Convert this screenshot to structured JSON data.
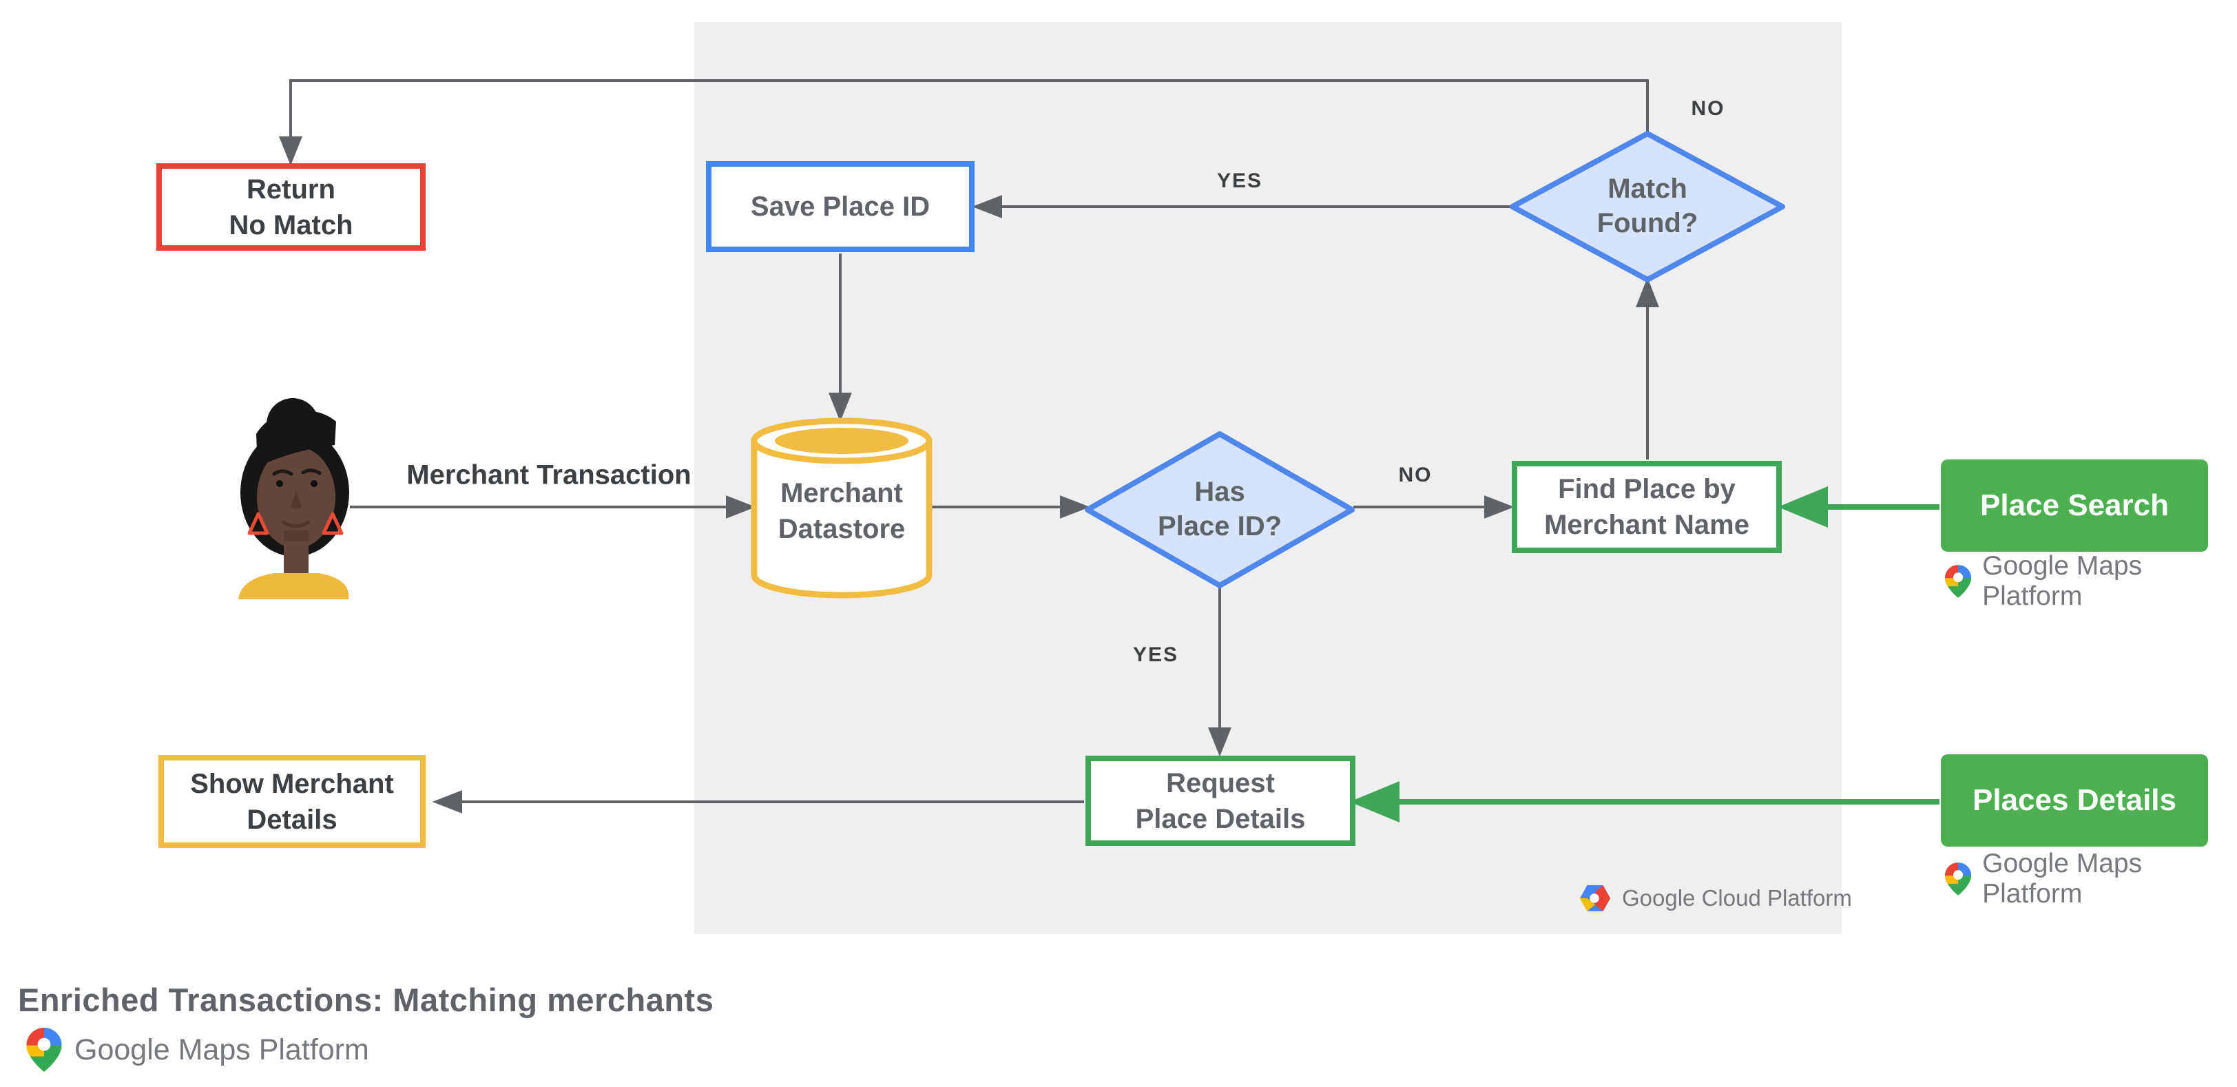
{
  "colors": {
    "red": "#E94335",
    "blue": "#4285F4",
    "blue_fill": "#D6E3FA",
    "diamond_border": "#4F87EC",
    "yellow": "#F2BB42",
    "green": "#3EA656",
    "green_button": "#4CAF50",
    "arrow_gray": "#5F6368",
    "text_dark": "#3C4043",
    "text_gray": "#5F6368",
    "panel_bg": "#EFEFEF",
    "logo_text": "#75787C"
  },
  "title": "Enriched Transactions: Matching merchants",
  "nodes": {
    "return_no_match": {
      "line1": "Return",
      "line2": "No Match"
    },
    "save_place_id": {
      "label": "Save Place ID"
    },
    "merchant_datastore": {
      "line1": "Merchant",
      "line2": "Datastore"
    },
    "has_place_id": {
      "line1": "Has",
      "line2": "Place ID?"
    },
    "match_found": {
      "line1": "Match",
      "line2": "Found?"
    },
    "find_place": {
      "line1": "Find Place by",
      "line2": "Merchant Name"
    },
    "request_place": {
      "line1": "Request",
      "line2": "Place Details"
    },
    "show_merchant": {
      "line1": "Show Merchant",
      "line2": "Details"
    }
  },
  "api_buttons": {
    "place_search": "Place Search",
    "places_details": "Places Details"
  },
  "edge_labels": {
    "merchant_transaction": "Merchant Transaction",
    "no_top": "NO",
    "yes_match": "YES",
    "no_has_place": "NO",
    "yes_has_place": "YES"
  },
  "logos": {
    "google_maps_platform": "Google Maps Platform",
    "google_cloud_platform": "Google Cloud Platform"
  }
}
